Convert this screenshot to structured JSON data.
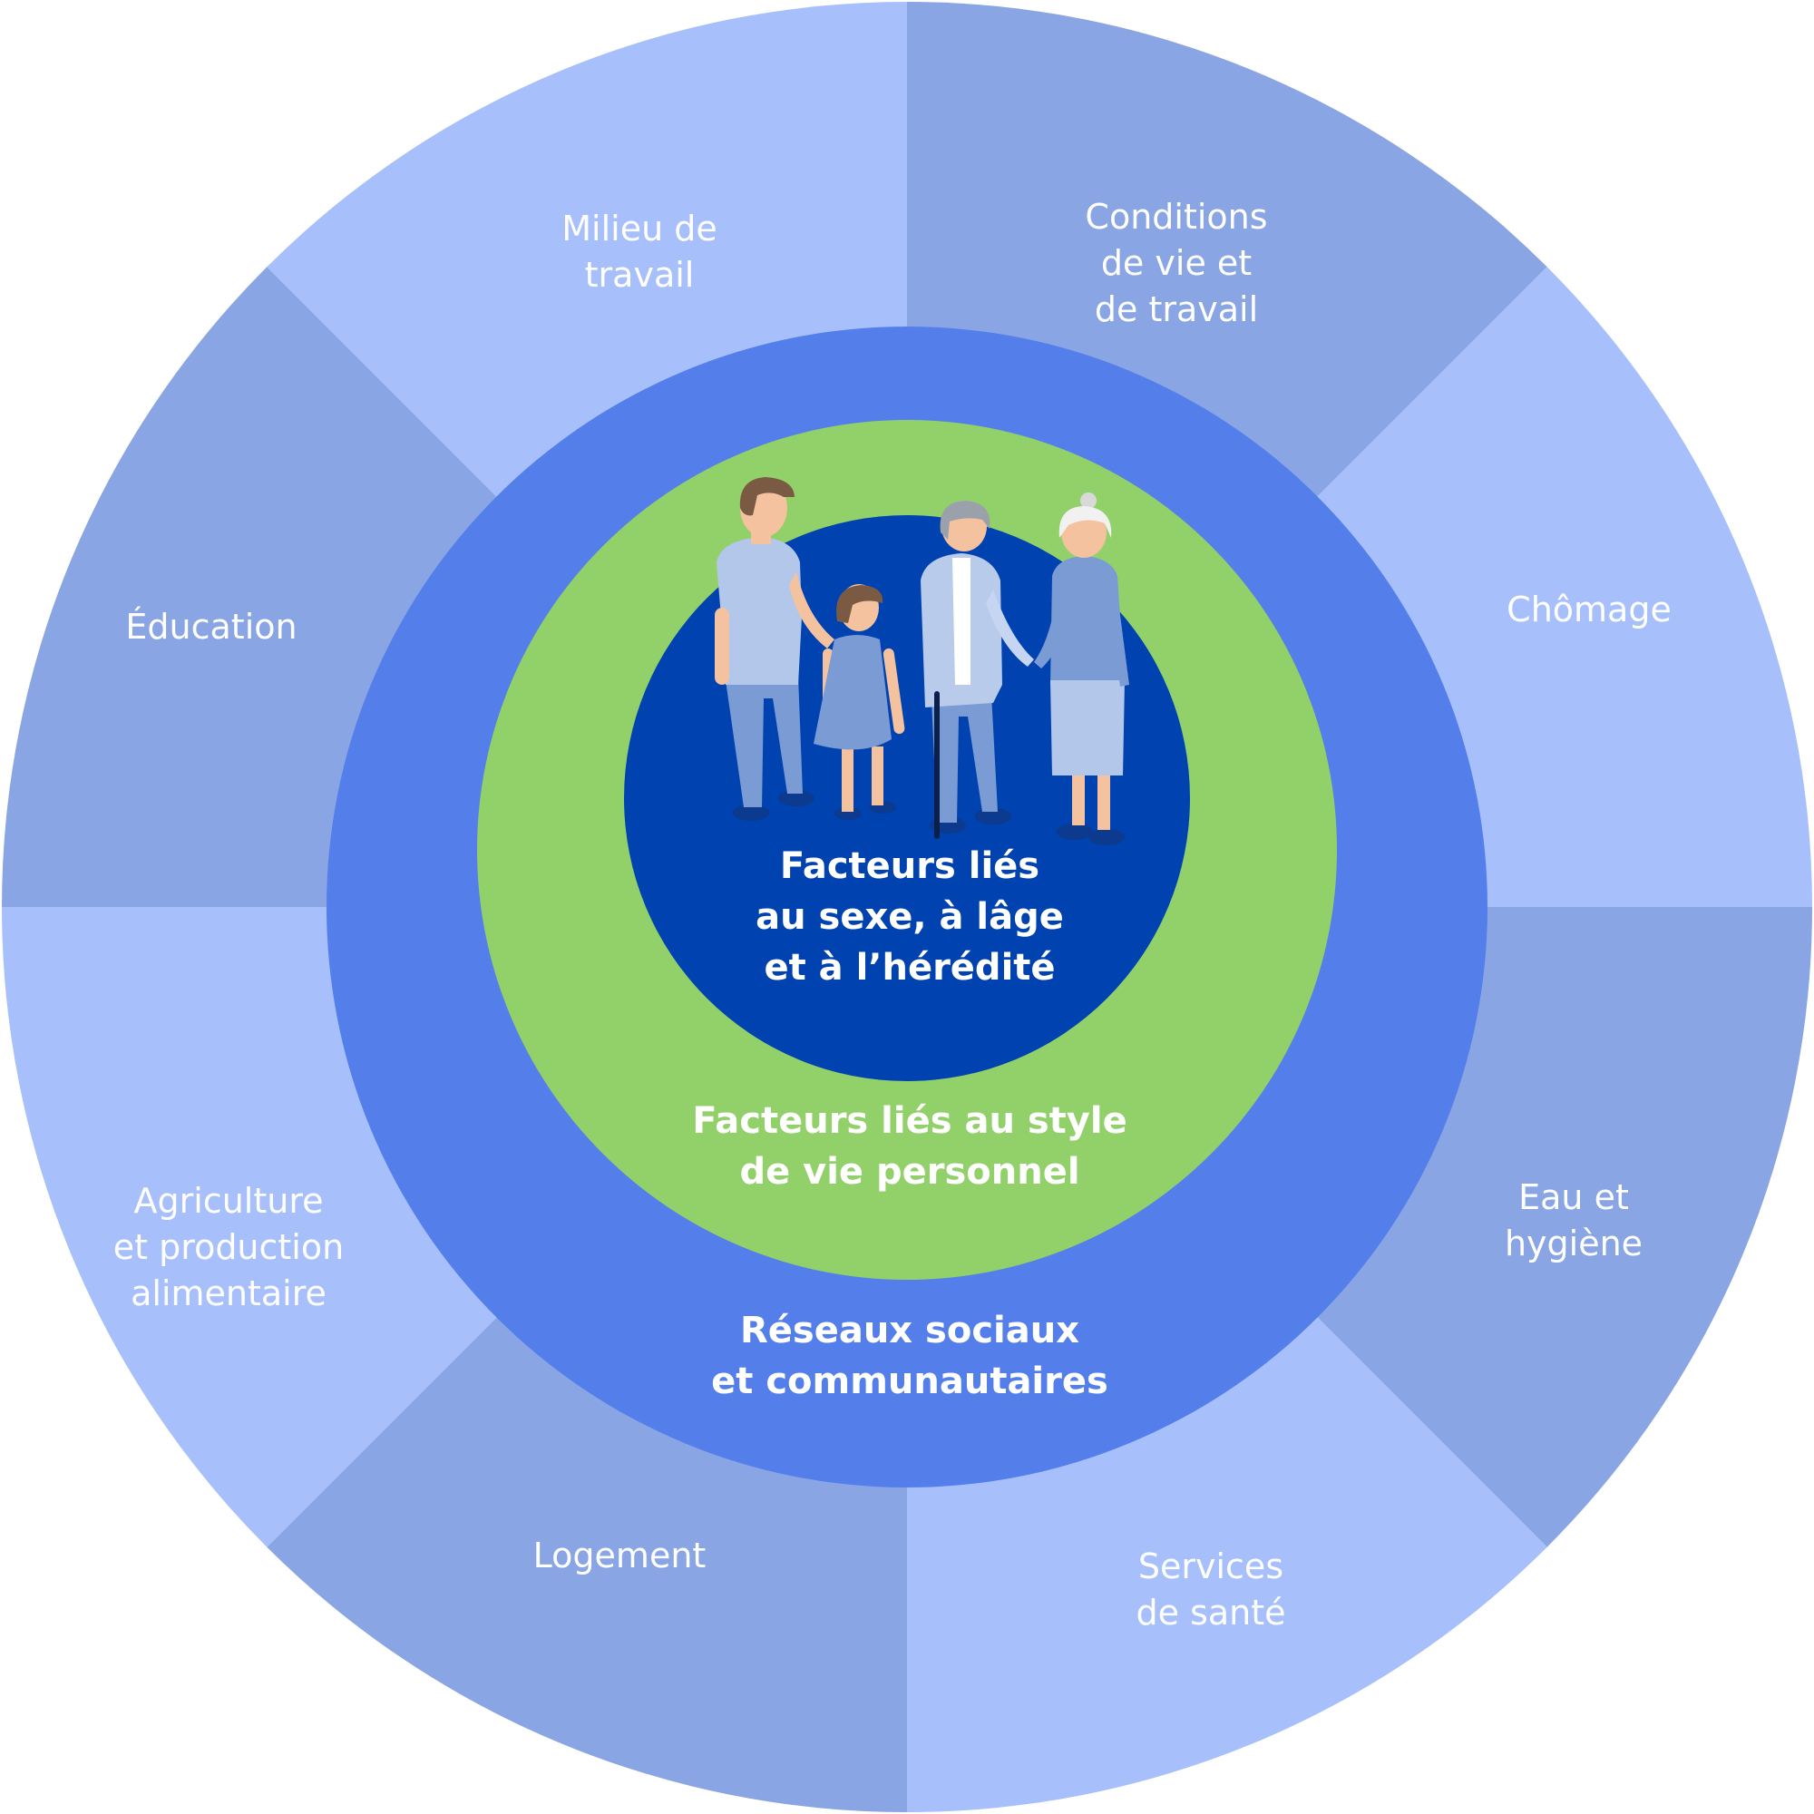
{
  "diagram": {
    "title": "Déterminants de la santé",
    "colors": {
      "sector_light": "#A7C0FC",
      "sector_dark": "#8AA5E4",
      "ring_social": "#547FEA",
      "ring_lifestyle": "#92D06A",
      "core": "#0042B0",
      "text": "#FFFFFF"
    },
    "outer_sectors": [
      {
        "id": "conditions",
        "lines": [
          "Conditions",
          "de vie et",
          "de travail"
        ],
        "shade": "dark"
      },
      {
        "id": "chomage",
        "lines": [
          "Chômage"
        ],
        "shade": "light"
      },
      {
        "id": "eau",
        "lines": [
          "Eau et",
          "hygiène"
        ],
        "shade": "dark"
      },
      {
        "id": "services",
        "lines": [
          "Services",
          "de santé"
        ],
        "shade": "light"
      },
      {
        "id": "logement",
        "lines": [
          "Logement"
        ],
        "shade": "dark"
      },
      {
        "id": "agriculture",
        "lines": [
          "Agriculture",
          "et production",
          "alimentaire"
        ],
        "shade": "light"
      },
      {
        "id": "education",
        "lines": [
          "Éducation"
        ],
        "shade": "dark"
      },
      {
        "id": "milieu",
        "lines": [
          "Milieu de",
          "travail"
        ],
        "shade": "light"
      }
    ],
    "rings": {
      "social": {
        "lines": [
          "Réseaux sociaux",
          "et communautaires"
        ]
      },
      "lifestyle": {
        "lines": [
          "Facteurs liés au style",
          "de vie personnel"
        ]
      },
      "core": {
        "lines": [
          "Facteurs liés",
          "au sexe, à lâge",
          "et à l’hérédité"
        ]
      }
    },
    "illustration": {
      "people": [
        "father",
        "daughter",
        "grandfather-with-cane",
        "grandmother"
      ]
    }
  }
}
